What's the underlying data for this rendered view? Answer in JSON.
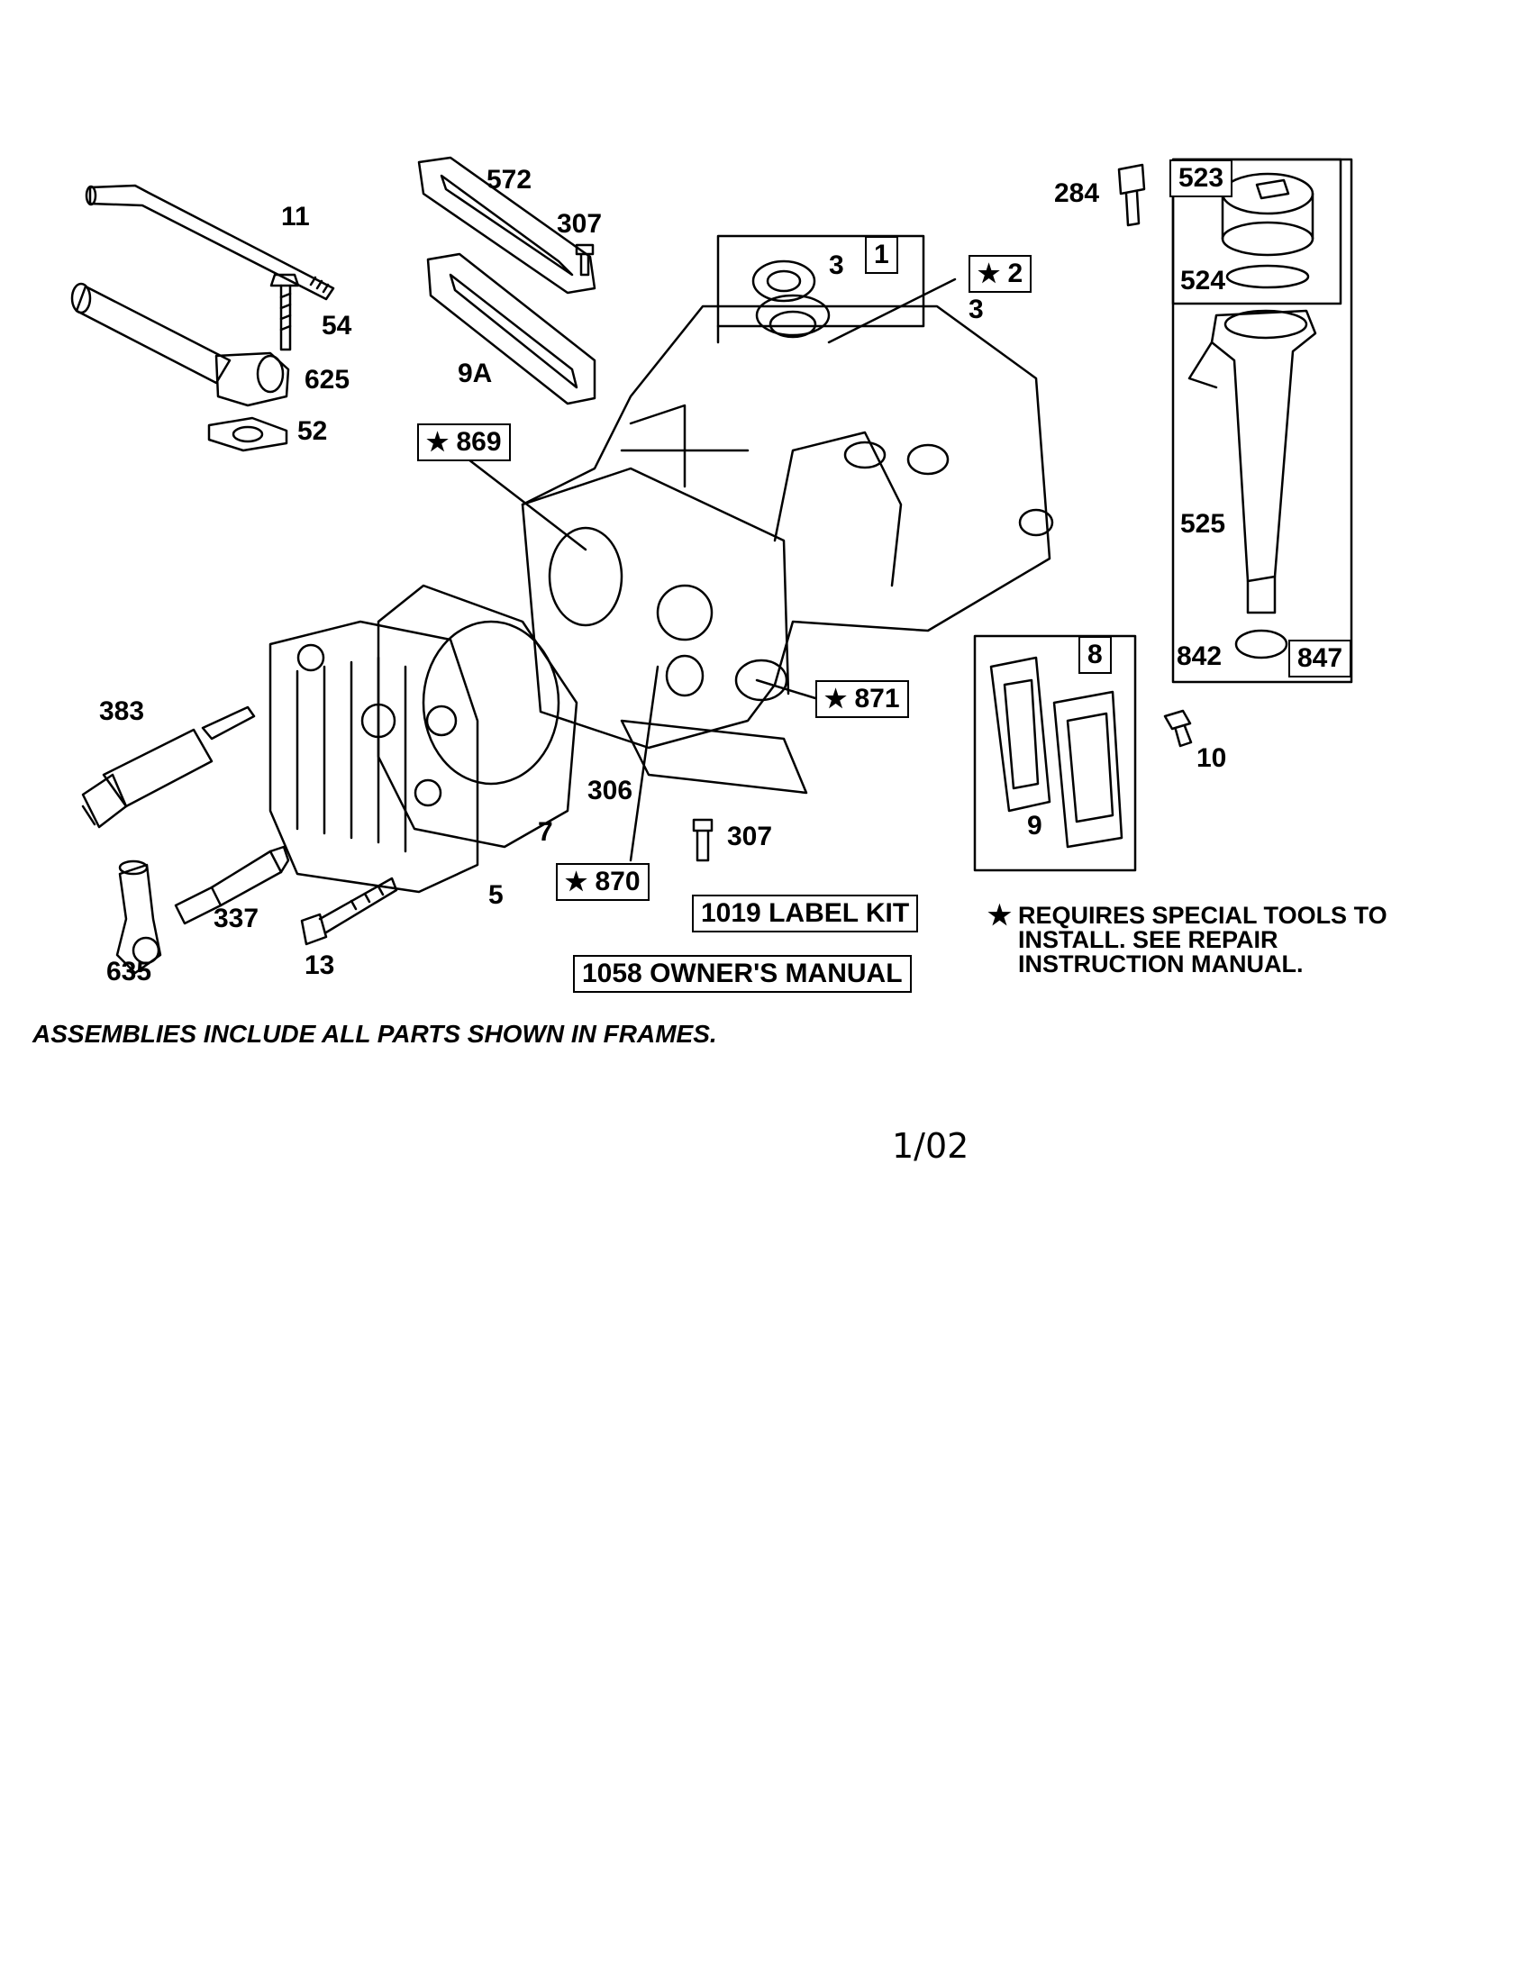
{
  "callouts": {
    "c11": "11",
    "c54": "54",
    "c625": "625",
    "c52": "52",
    "c572": "572",
    "c307a": "307",
    "c9a": "9A",
    "c3a": "3",
    "c3b": "3",
    "c284": "284",
    "c524": "524",
    "c525": "525",
    "c842": "842",
    "c383": "383",
    "c7": "7",
    "c306": "306",
    "c307b": "307",
    "c5": "5",
    "c337": "337",
    "c13": "13",
    "c635": "635",
    "c9": "9",
    "c10": "10"
  },
  "frames": {
    "f1": "1",
    "f2": "2",
    "f523": "523",
    "f847": "847",
    "f8": "8",
    "f869": "869",
    "f871": "871",
    "f870": "870"
  },
  "kits": {
    "label_kit": "1019 LABEL KIT",
    "owners_manual": "1058 OWNER'S MANUAL"
  },
  "star_symbol": "★",
  "special_tools_note": "REQUIRES SPECIAL TOOLS TO INSTALL. SEE REPAIR INSTRUCTION MANUAL.",
  "footnote": "ASSEMBLIES INCLUDE ALL PARTS SHOWN IN FRAMES.",
  "date": "1/02"
}
